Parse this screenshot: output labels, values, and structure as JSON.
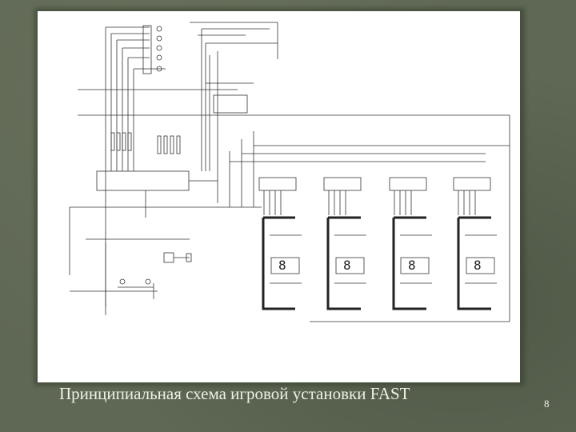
{
  "slide": {
    "caption": "Принципиальная схема игровой установки FAST",
    "page_number": "8"
  },
  "colors": {
    "background": "#5f6855",
    "caption_text": "#eef0e6",
    "schematic_bg": "#ffffff",
    "wire": "#333333"
  },
  "schematic": {
    "digit_displays": [
      "8",
      "8",
      "8",
      "8"
    ]
  }
}
